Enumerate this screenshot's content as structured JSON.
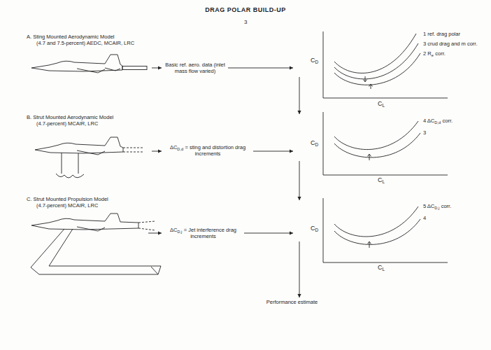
{
  "diagram": {
    "title": "DRAG POLAR BUILD-UP",
    "nodes": [
      {
        "text": [
          "A. Sting Mounted Aerodynamic Model",
          "(4.7 and 7.5-percent) AEDC, MCAIR, LRC"
        ]
      },
      {
        "text": [
          "Basic ref. aero. data (inlet mass flow varied)"
        ]
      },
      {
        "text": [
          "C",
          "D",
          "C",
          "L",
          "1 ref. drag polar",
          "3 crud drag and m corr.",
          "2 R",
          "e",
          "corr."
        ]
      },
      {
        "text": [
          "B. Strut Mounted Aerodynamic Model",
          "(4.7-percent) MCAIR, LRC"
        ]
      },
      {
        "text": [
          "ΔC",
          "D,d",
          "= sting and distortion drag increments"
        ]
      },
      {
        "text": [
          "C",
          "D",
          "C",
          "L",
          "4 ΔC",
          "D,d",
          "corr.",
          "3"
        ]
      },
      {
        "text": [
          "C. Strut Mounted Propulsion Model",
          "(4.7-percent) MCAIR, LRC"
        ]
      },
      {
        "text": [
          "ΔC",
          "D,j",
          "= Jet interference drag increments"
        ]
      },
      {
        "text": [
          "C",
          "D",
          "C",
          "L",
          "5 ΔC",
          "D,j",
          "corr.",
          "4"
        ]
      },
      {
        "text": [
          "Performance estimate"
        ]
      }
    ],
    "edges": [
      {
        "from": 0,
        "to": 1,
        "arrow": "to"
      },
      {
        "from": 1,
        "to": 2,
        "arrow": "to"
      },
      {
        "from": 3,
        "to": 4,
        "arrow": "to"
      },
      {
        "from": 4,
        "to": 5,
        "arrow": "to"
      },
      {
        "from": 6,
        "to": 7,
        "arrow": "to"
      },
      {
        "from": 7,
        "to": 8,
        "arrow": "to"
      },
      {
        "from": 2,
        "to": 5,
        "arrow": "to"
      },
      {
        "from": 5,
        "to": 8,
        "arrow": "to"
      },
      {
        "from": 8,
        "to": 9,
        "arrow": "to"
      }
    ],
    "labels": [
      "3"
    ]
  }
}
